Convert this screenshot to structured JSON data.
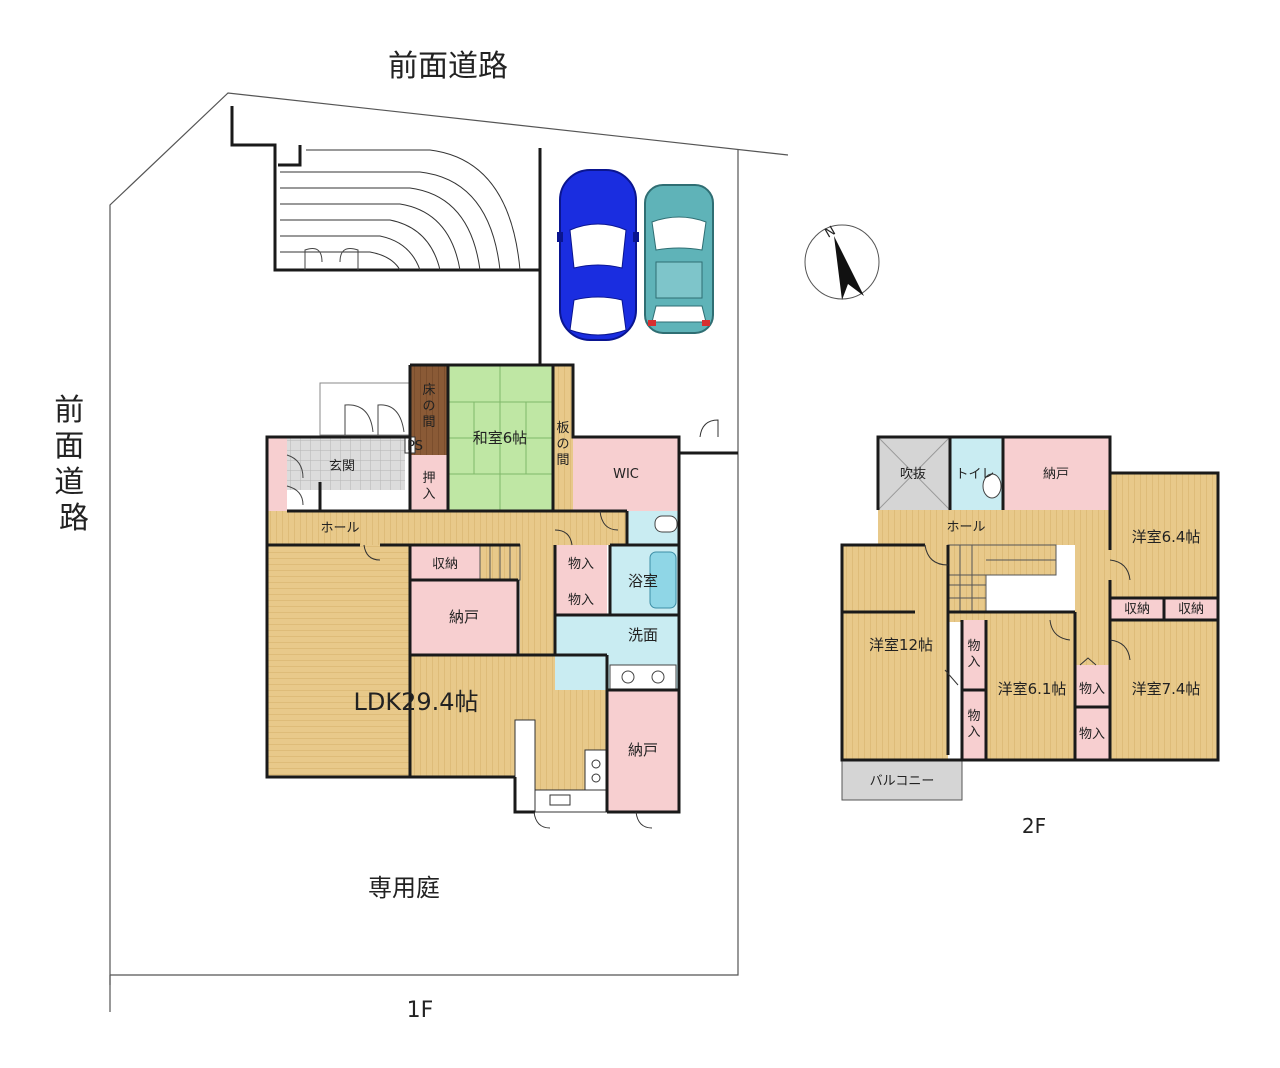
{
  "site": {
    "road_top": "前面道路",
    "road_left": "前面道路",
    "garden": "専用庭",
    "compass_letter": "N"
  },
  "floor1": {
    "caption": "1F",
    "rooms": {
      "tokonoma": "床の間",
      "washitsu": "和室6帖",
      "itanoma": "板の間",
      "ps": "PS",
      "genkan": "玄関",
      "oshiire": "押入",
      "wic": "WIC",
      "hall": "ホール",
      "shuno": "収納",
      "monoire1": "物入",
      "monoire2": "物入",
      "yokushitsu": "浴室",
      "nando1": "納戸",
      "senmen": "洗面",
      "ldk": "LDK29.4帖",
      "nando2": "納戸"
    }
  },
  "floor2": {
    "caption": "2F",
    "rooms": {
      "fukinuke": "吹抜",
      "toilet": "トイレ",
      "nando": "納戸",
      "hall": "ホール",
      "yoshitsu64": "洋室6.4帖",
      "shuno1": "収納",
      "shuno2": "収納",
      "yoshitsu12": "洋室12帖",
      "monoire1": "物入",
      "monoire2": "物入",
      "yoshitsu61": "洋室6.1帖",
      "monoire3": "物入",
      "monoire4": "物入",
      "yoshitsu74": "洋室7.4帖",
      "balcony": "バルコニー"
    }
  },
  "colors": {
    "flooring": "#e8c98a",
    "flooring_line": "#d4ae68",
    "storage": "#f7cfd0",
    "tatami": "#bfe7a4",
    "wet_area": "#c9ecf2",
    "void": "#d5d5d5",
    "tokonoma": "#8a5a36",
    "car_blue": "#1a2de0",
    "car_teal": "#5fb3b8"
  }
}
